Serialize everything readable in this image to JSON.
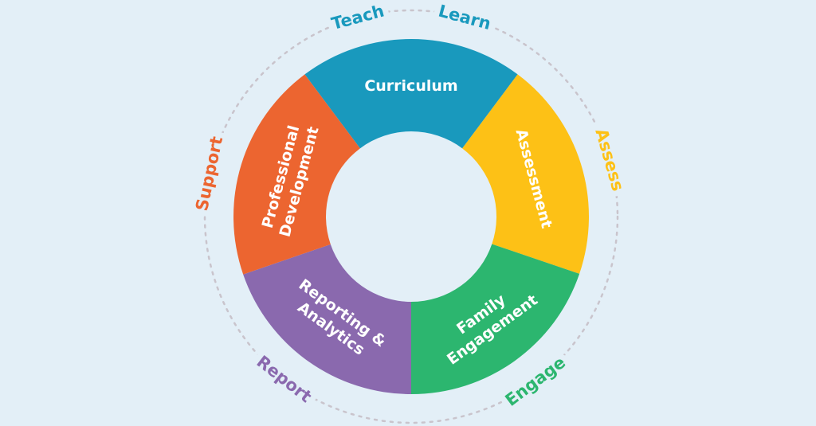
{
  "colors": {
    "background": "#e3eff7",
    "dashed_ring": "#c9c4cc"
  },
  "segments": [
    {
      "name": "curriculum",
      "lines": [
        "Curriculum"
      ],
      "color": "#1999bd"
    },
    {
      "name": "assessment",
      "lines": [
        "Assessment"
      ],
      "color": "#fdc116"
    },
    {
      "name": "family-engagement",
      "lines": [
        "Family",
        "Engagement"
      ],
      "color": "#2cb66f"
    },
    {
      "name": "reporting-analytics",
      "lines": [
        "Reporting &",
        "Analytics"
      ],
      "color": "#8a69ae"
    },
    {
      "name": "professional-development",
      "lines": [
        "Professional",
        "Development"
      ],
      "color": "#ec6530"
    }
  ],
  "outer_labels": [
    {
      "text": "Teach",
      "color": "#1999bd"
    },
    {
      "text": "Learn",
      "color": "#1999bd"
    },
    {
      "text": "Assess",
      "color": "#fdc116"
    },
    {
      "text": "Engage",
      "color": "#2cb66f"
    },
    {
      "text": "Report",
      "color": "#8a69ae"
    },
    {
      "text": "Support",
      "color": "#ec6530"
    }
  ]
}
